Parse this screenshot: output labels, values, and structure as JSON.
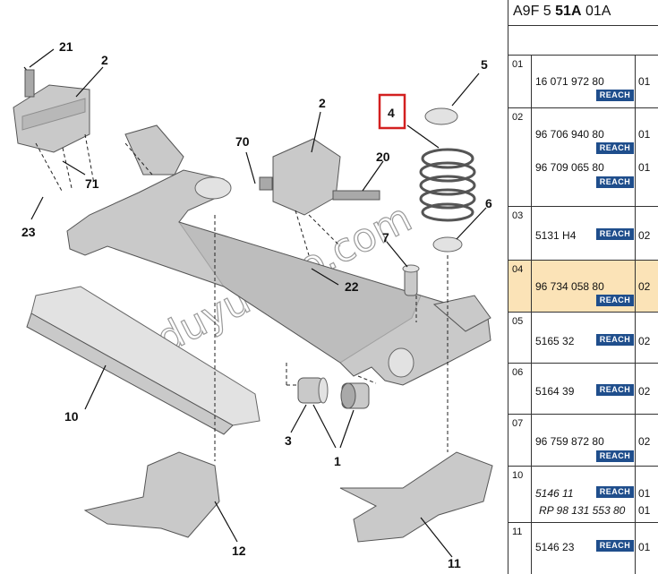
{
  "diagram": {
    "callouts": {
      "c21": "21",
      "c2a": "2",
      "c71": "71",
      "c23": "23",
      "c2b": "2",
      "c70": "70",
      "c20": "20",
      "c22": "22",
      "c4": "4",
      "c5": "5",
      "c6": "6",
      "c7": "7",
      "c10": "10",
      "c3": "3",
      "c1": "1",
      "c12": "12",
      "c11": "11"
    },
    "watermark": "duyukoto.com",
    "highlighted_callout": "4",
    "highlight_color": "#d32020"
  },
  "panel": {
    "header_prefix": "A9F 5 ",
    "header_bold": "51A",
    "header_suffix": " 01A",
    "reach_label": "REACH",
    "rows": [
      {
        "num": "01",
        "ref": "16 071 972 80",
        "qty": "01"
      },
      {
        "num": "02",
        "ref": "96 706 940 80",
        "qty": "01",
        "ref2": "96 709 065 80",
        "qty2": "01"
      },
      {
        "num": "03",
        "ref": "5131 H4",
        "qty": "02"
      },
      {
        "num": "04",
        "ref": "96 734 058 80",
        "qty": "02"
      },
      {
        "num": "05",
        "ref": "5165 32",
        "qty": "02"
      },
      {
        "num": "06",
        "ref": "5164 39",
        "qty": "02"
      },
      {
        "num": "07",
        "ref": "96 759 872 80",
        "qty": "02"
      },
      {
        "num": "10",
        "ref": "5146 11",
        "qty": "01",
        "ref2": "RP 98 131 553 80",
        "qty2": "01"
      },
      {
        "num": "11",
        "ref": "5146 23",
        "qty": "01"
      }
    ]
  },
  "colors": {
    "reach_badge": "#1f4e8c",
    "selected_row": "#fbe3b7"
  }
}
